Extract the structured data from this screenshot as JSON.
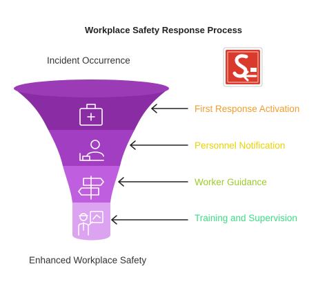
{
  "title": "Workplace Safety Response Process",
  "top_label": "Incident Occurrence",
  "bottom_label": "Enhanced Workplace Safety",
  "stages": [
    {
      "label": "First Response Activation",
      "color": "#f39c2e",
      "icon": "first-aid-kit-icon"
    },
    {
      "label": "Personnel Notification",
      "color": "#e8d400",
      "icon": "person-at-desk-icon"
    },
    {
      "label": "Worker Guidance",
      "color": "#9ccc2a",
      "icon": "signpost-icon"
    },
    {
      "label": "Training and Supervision",
      "color": "#3ddc84",
      "icon": "worker-presentation-icon"
    }
  ],
  "funnel_colors": [
    "#8a2ca3",
    "#a23ec2",
    "#bf5fe0",
    "#dba3f0"
  ],
  "logo": {
    "icon": "safety-logo-icon",
    "color": "#d93a2b"
  }
}
